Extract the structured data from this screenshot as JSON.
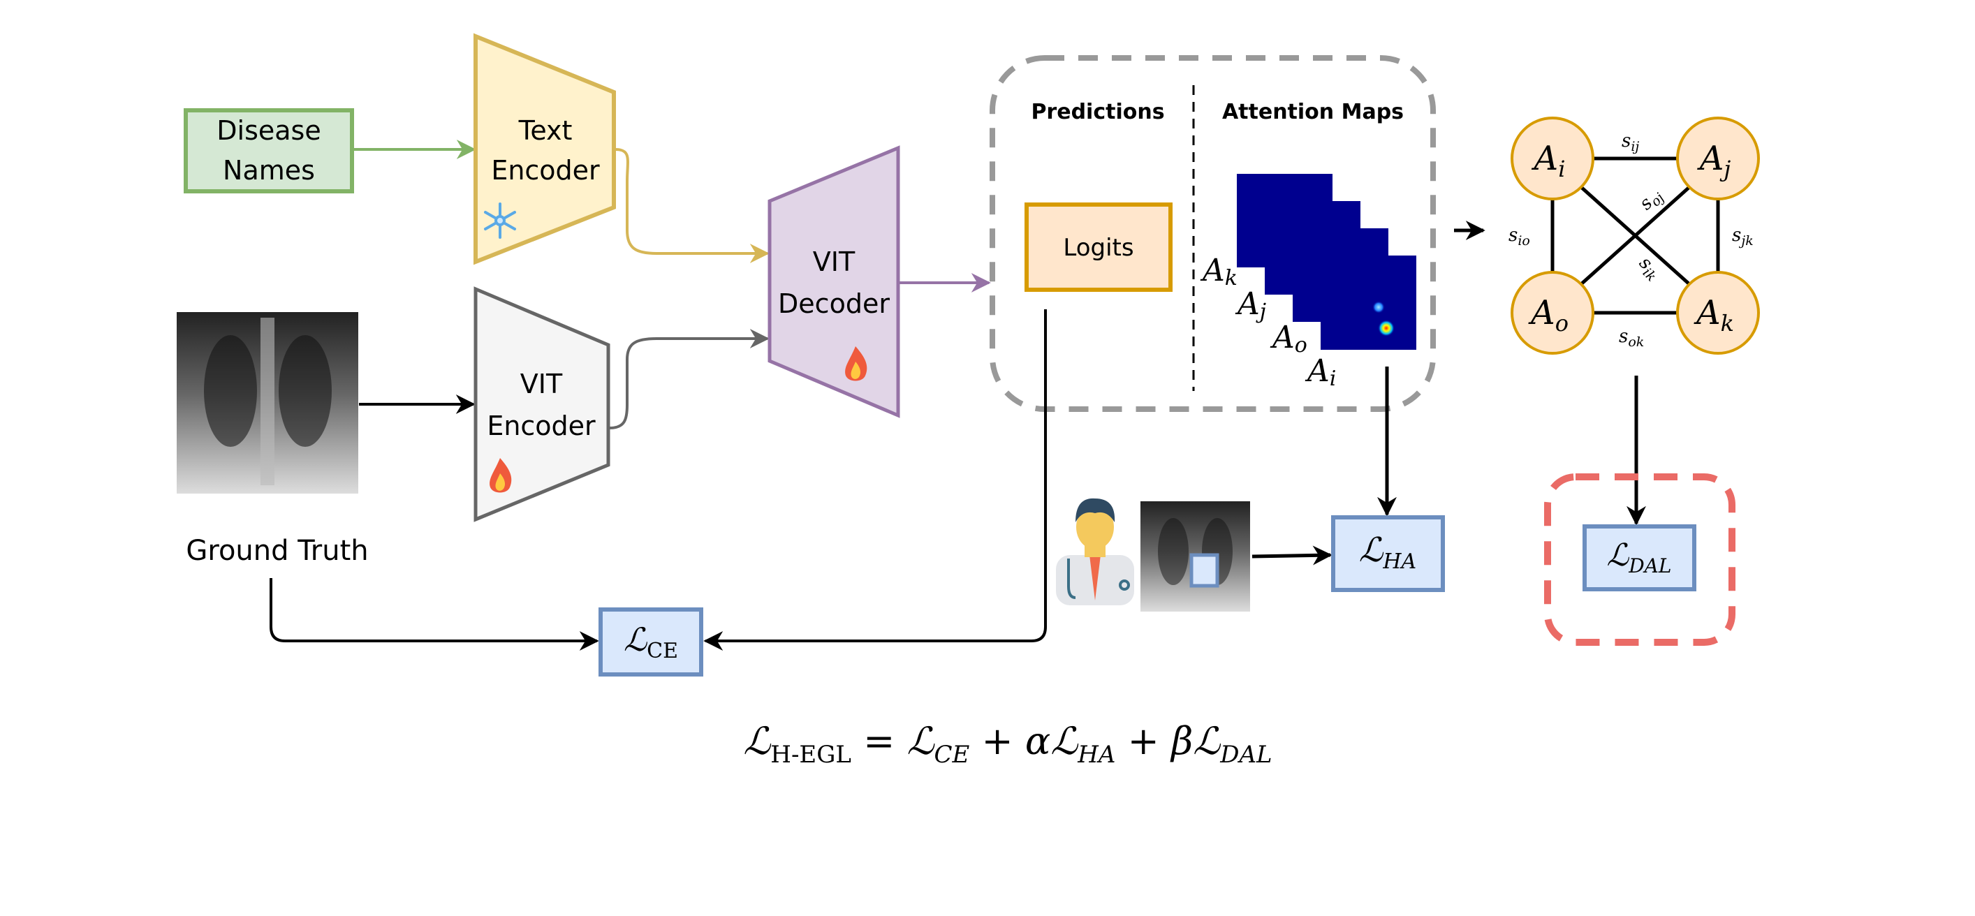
{
  "inputs": {
    "disease_names": [
      "Disease",
      "Names"
    ],
    "ground_truth": "Ground Truth"
  },
  "modules": {
    "text_encoder": [
      "Text",
      "Encoder"
    ],
    "vit_encoder": [
      "VIT",
      "Encoder"
    ],
    "vit_decoder": [
      "VIT",
      "Decoder"
    ],
    "text_encoder_state_icon": "snowflake-icon",
    "vit_encoder_state_icon": "fire-icon",
    "vit_decoder_state_icon": "fire-icon"
  },
  "outputs": {
    "predictions_label": "Predictions",
    "attention_maps_label": "Attention Maps",
    "logits_label": "Logits",
    "maps": [
      {
        "base": "A",
        "sub": "k"
      },
      {
        "base": "A",
        "sub": "j"
      },
      {
        "base": "A",
        "sub": "o"
      },
      {
        "base": "A",
        "sub": "i"
      }
    ]
  },
  "graph": {
    "nodes": [
      {
        "base": "A",
        "sub": "i"
      },
      {
        "base": "A",
        "sub": "j"
      },
      {
        "base": "A",
        "sub": "o"
      },
      {
        "base": "A",
        "sub": "k"
      }
    ],
    "edges": [
      {
        "base": "s",
        "sub": "ij"
      },
      {
        "base": "s",
        "sub": "io"
      },
      {
        "base": "s",
        "sub": "jk"
      },
      {
        "base": "s",
        "sub": "ok"
      },
      {
        "base": "s",
        "sub": "oj"
      },
      {
        "base": "s",
        "sub": "ik"
      }
    ]
  },
  "losses": {
    "ce": {
      "base": "ℒ",
      "sub": "CE"
    },
    "ha": {
      "base": "ℒ",
      "sub": "HA"
    },
    "dal": {
      "base": "ℒ",
      "sub": "DAL"
    }
  },
  "formula": {
    "lhs_base": "ℒ",
    "lhs_sub": "H-EGL",
    "eq": " = ",
    "t1_base": "ℒ",
    "t1_sub": "CE",
    "plus1": " + ",
    "alpha": "α",
    "t2_base": "ℒ",
    "t2_sub": "HA",
    "plus2": " + ",
    "beta": "β",
    "t3_base": "ℒ",
    "t3_sub": "DAL"
  },
  "colors": {
    "disease_box_fill": "#d5e8d4",
    "disease_box_stroke": "#82b366",
    "text_encoder_fill": "#fff2cc",
    "text_encoder_stroke": "#d6b656",
    "vit_encoder_fill": "#f5f5f5",
    "vit_encoder_stroke": "#666666",
    "vit_decoder_fill": "#e1d5e7",
    "vit_decoder_stroke": "#9673a6",
    "logits_fill": "#ffe6cc",
    "logits_stroke": "#d79b00",
    "loss_fill": "#dae8fc",
    "loss_stroke": "#6c8ebf",
    "node_fill": "#ffe6cc",
    "node_stroke": "#d79b00",
    "dal_highlight": "#ea6b66",
    "attention_map": "#00008f"
  }
}
